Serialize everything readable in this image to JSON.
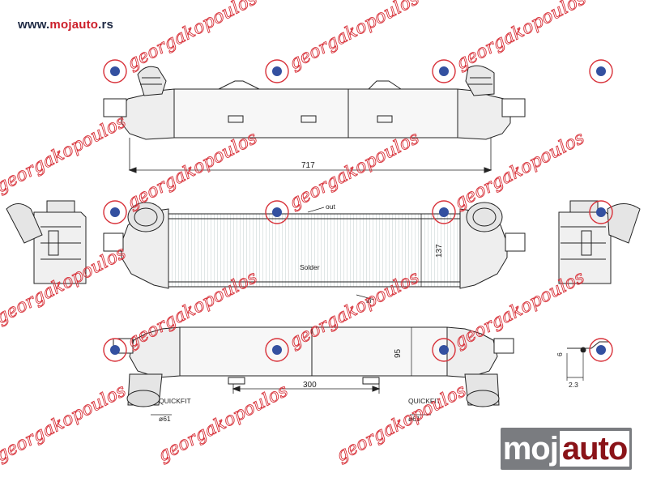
{
  "header": {
    "url_prefix": "www.",
    "url_brand": "mojauto",
    "url_suffix": ".rs"
  },
  "watermark": {
    "text": "georgakopoulos"
  },
  "dimensions": {
    "overall_length": "717",
    "core_width": "300",
    "core_height": "95",
    "side_depth": "137",
    "bracket_offset": "2.3",
    "bracket_small": "6"
  },
  "notes": {
    "quickfit_left": "QUICKFIT",
    "quickfit_left_size": "ø61",
    "quickfit_right": "QUICKFIT",
    "quickfit_right_size": "ø61",
    "solder_label": "Solder",
    "out_label": "out",
    "in_label": "in"
  },
  "logo": {
    "part1": "moj",
    "part2": "auto"
  }
}
